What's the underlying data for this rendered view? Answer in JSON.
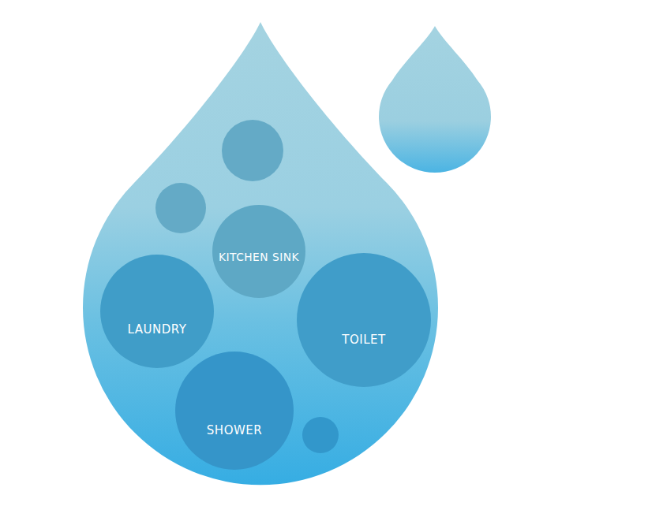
{
  "diagram": {
    "nodes": [
      {
        "text": [
          "KITCHEN SINK"
        ]
      },
      {
        "text": [
          "LAUNDRY"
        ]
      },
      {
        "text": [
          "TOILET"
        ]
      },
      {
        "text": [
          "SHOWER"
        ]
      }
    ]
  }
}
